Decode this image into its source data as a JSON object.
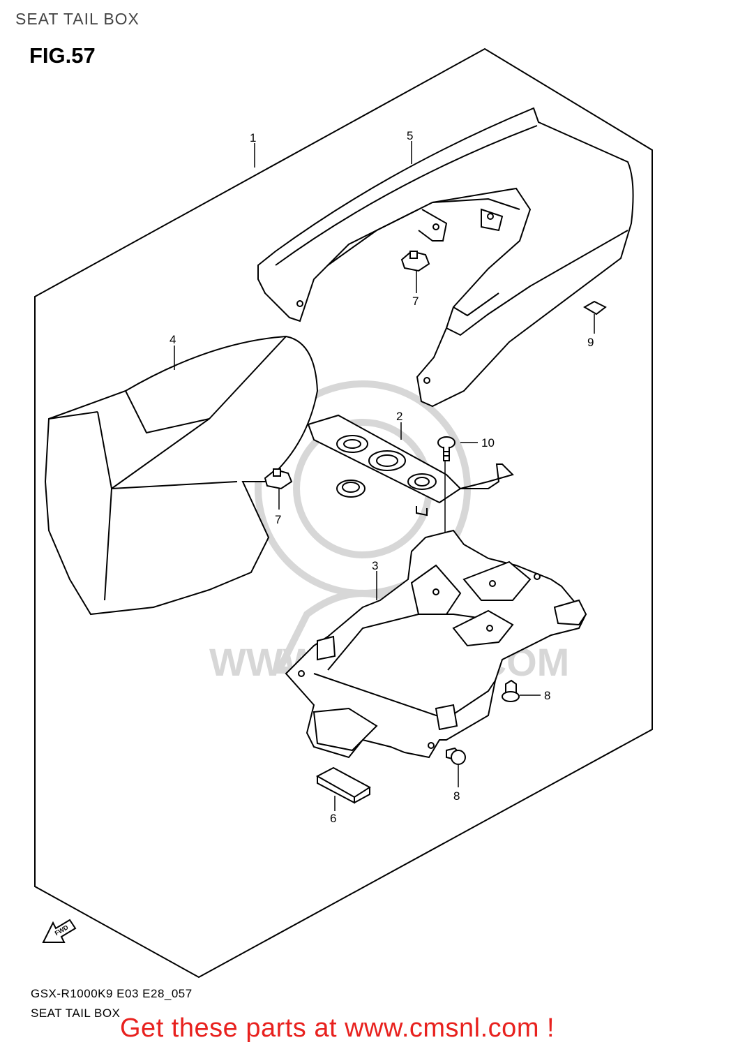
{
  "header": {
    "title": "SEAT TAIL BOX",
    "figure_label": "FIG.57"
  },
  "watermark": {
    "text": "WWW.CMSNL.COM",
    "logo": "CMS"
  },
  "callouts": [
    {
      "id": "1"
    },
    {
      "id": "2"
    },
    {
      "id": "3"
    },
    {
      "id": "4"
    },
    {
      "id": "5"
    },
    {
      "id": "6"
    },
    {
      "id": "7"
    },
    {
      "id": "8"
    },
    {
      "id": "9"
    },
    {
      "id": "10"
    }
  ],
  "callout_labels": {
    "c1": "1",
    "c2": "2",
    "c3": "3",
    "c4": "4",
    "c5": "5",
    "c6": "6",
    "c7a": "7",
    "c7b": "7",
    "c8a": "8",
    "c8b": "8",
    "c9": "9",
    "c10": "10"
  },
  "fwd_arrow": {
    "label": "FWD",
    "icon": "fwd-arrow-icon"
  },
  "footer": {
    "model_code": "GSX-R1000K9 E03 E28_057",
    "title": "SEAT TAIL BOX",
    "promo": "Get these parts at www.cmsnl.com !"
  },
  "colors": {
    "promo": "#e8211e",
    "watermark": "#d7d7d7"
  }
}
